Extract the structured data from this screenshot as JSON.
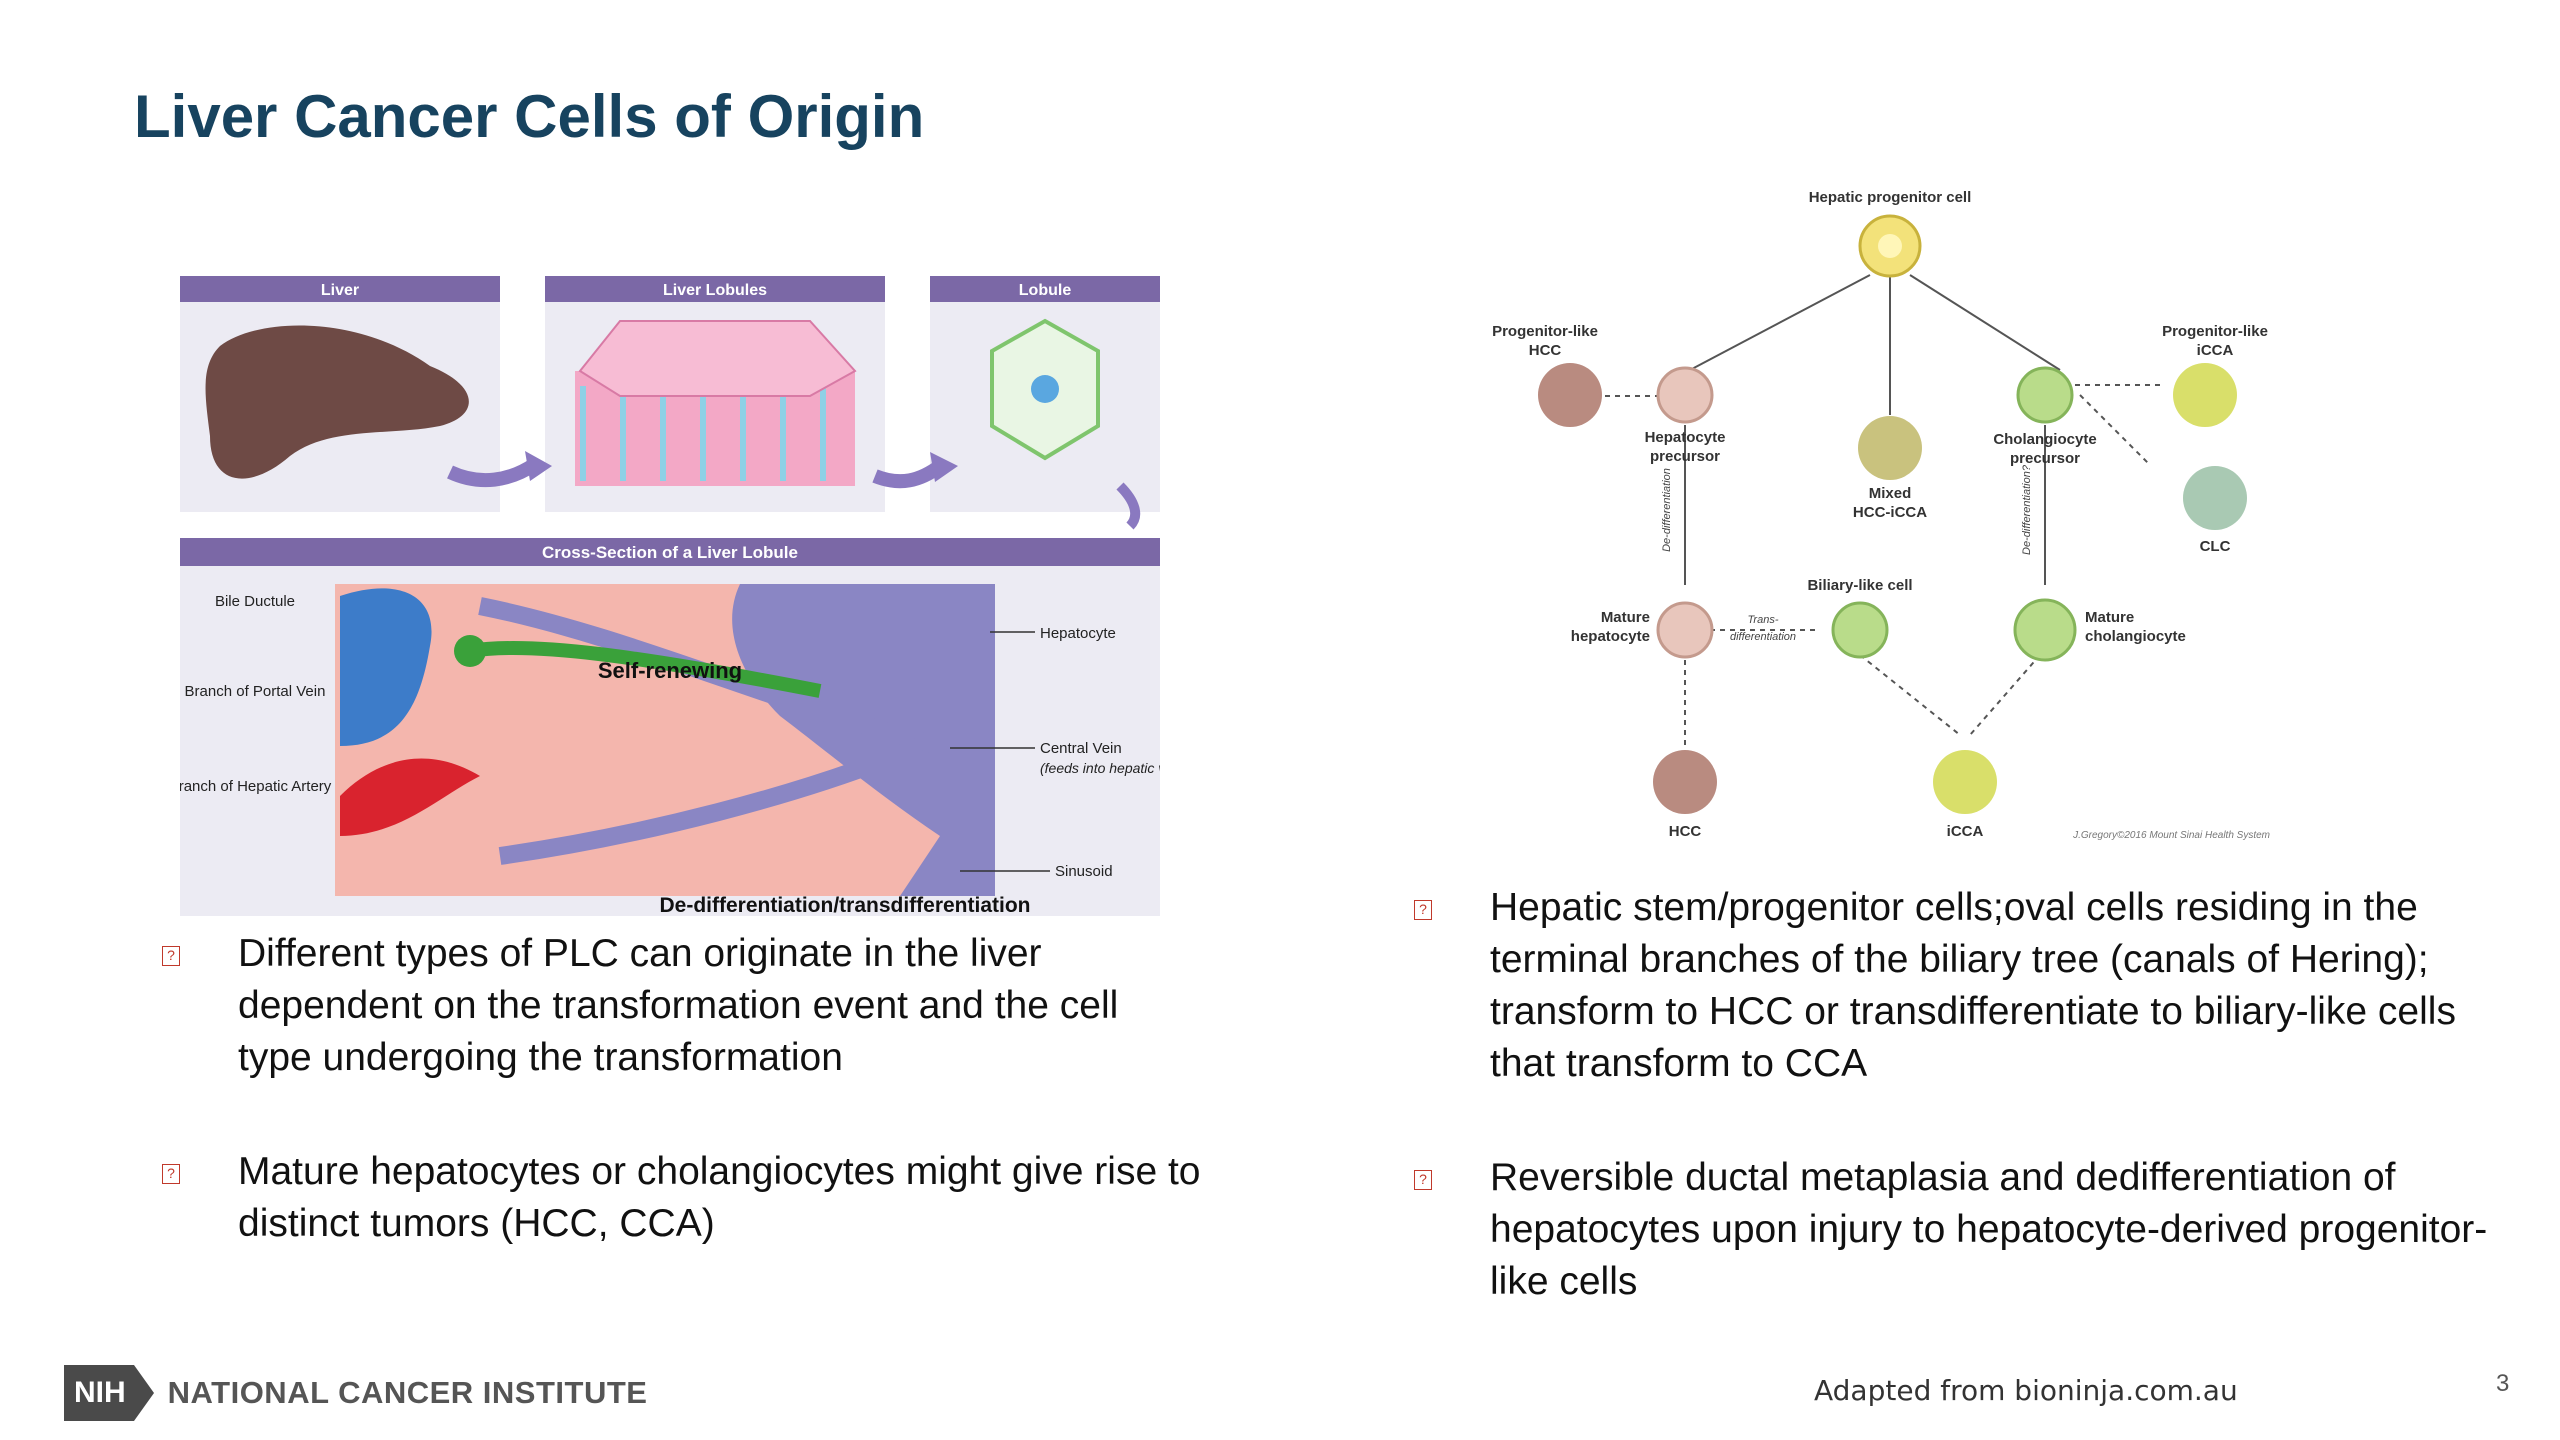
{
  "slide": {
    "title": "Liver Cancer Cells of Origin",
    "page_number": "3",
    "adapted_from": "Adapted from bioninja.com.au"
  },
  "left_figure": {
    "panel_labels": [
      "Liver",
      "Liver Lobules",
      "Lobule"
    ],
    "cross_section_title": "Cross-Section of a Liver Lobule",
    "labels": {
      "bile_ductule": "Bile Ductule",
      "branch_portal_vein": "Branch of Portal Vein",
      "branch_hepatic_artery": "Branch of Hepatic Artery",
      "hepatocyte": "Hepatocyte",
      "central_vein": "Central Vein",
      "central_vein_note": "(feeds into hepatic vein)",
      "sinusoid": "Sinusoid",
      "self_renewing": "Self-renewing",
      "dediff": "De-differentiation/transdifferentiation"
    },
    "colors": {
      "header_bar": "#7b68a6",
      "cell_pink": "#f4b6ad",
      "vessel_blue": "#3d7cc9",
      "artery_red": "#d9232e",
      "bile_green": "#3aa13a",
      "central_vein": "#8a86c4"
    }
  },
  "right_figure": {
    "nodes": {
      "hpc": "Hepatic progenitor cell",
      "prog_hcc_1": "Progenitor-like",
      "prog_hcc_2": "HCC",
      "prog_icca_1": "Progenitor-like",
      "prog_icca_2": "iCCA",
      "hep_prec_1": "Hepatocyte",
      "hep_prec_2": "precursor",
      "chol_prec_1": "Cholangiocyte",
      "chol_prec_2": "precursor",
      "mixed_1": "Mixed",
      "mixed_2": "HCC-iCCA",
      "clc": "CLC",
      "biliary": "Biliary-like cell",
      "mat_hep_1": "Mature",
      "mat_hep_2": "hepatocyte",
      "mat_chol_1": "Mature",
      "mat_chol_2": "cholangiocyte",
      "hcc": "HCC",
      "icca": "iCCA",
      "trans_1": "Trans-",
      "trans_2": "differentiation",
      "dediff_left": "De-differentiation",
      "dediff_right": "De-differentiation?",
      "credit": "J.Gregory©2016 Mount Sinai Health System"
    },
    "colors": {
      "hpc": "#f3e27a",
      "hep": "#e8c6bc",
      "chol": "#b9dc8a",
      "tumor_hcc": "#b98b80",
      "tumor_icca": "#d9df6a",
      "clc": "#a9c9b3"
    }
  },
  "bullets_left": [
    "Different types of PLC can originate in the liver dependent on the transformation event and the cell type undergoing the transformation",
    "Mature hepatocytes or cholangiocytes might give rise to distinct tumors (HCC, CCA)"
  ],
  "bullets_right": [
    "Hepatic stem/progenitor cells;oval cells residing in the terminal branches of the biliary tree (canals of Hering); transform to HCC or transdifferentiate to biliary-like cells that transform to CCA",
    "Reversible ductal metaplasia and dedifferentiation of hepatocytes upon injury to hepatocyte-derived progenitor-like cells"
  ],
  "footer": {
    "nih": "NIH",
    "institute": "NATIONAL CANCER INSTITUTE"
  },
  "bullet_glyph": "?"
}
